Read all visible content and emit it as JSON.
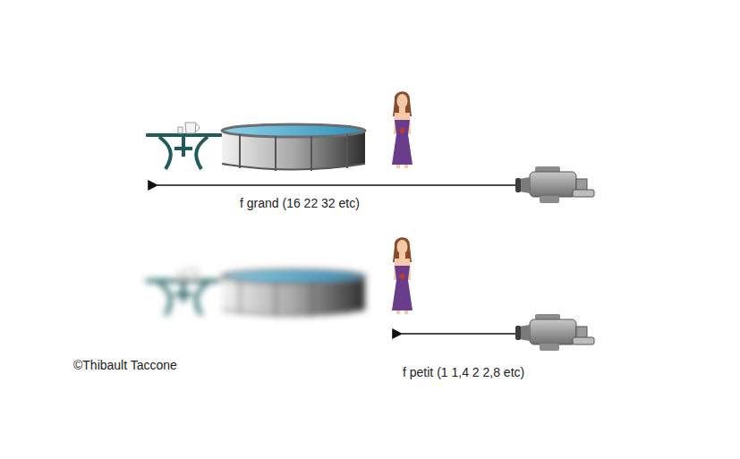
{
  "diagram": {
    "labels": [
      "f grand (16 22 32 etc)",
      "f petit (1 1,4 2 2,8 etc)",
      "©Thibault Taccone"
    ]
  }
}
